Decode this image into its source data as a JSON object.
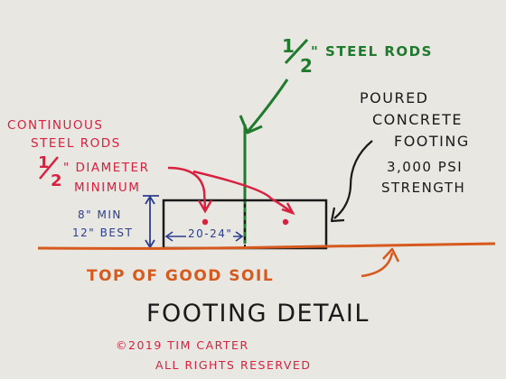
{
  "title": "FOOTING DETAIL",
  "labels": {
    "steel_rods_frac_num": "1",
    "steel_rods_frac_den": "2",
    "steel_rods_text": "\" STEEL RODS",
    "continuous_line1": "CONTINUOUS",
    "continuous_line2": "STEEL RODS",
    "diameter_frac_num": "1",
    "diameter_frac_den": "2",
    "diameter_text": "\" DIAMETER",
    "minimum_text": "MINIMUM",
    "poured_line1": "POURED",
    "poured_line2": "CONCRETE",
    "poured_line3": "FOOTING",
    "psi_line": "3,000 PSI",
    "strength_line": "STRENGTH",
    "depth_min": "8\" MIN",
    "depth_best": "12\" BEST",
    "width_dim": "20-24\"",
    "soil_label": "TOP OF GOOD SOIL",
    "copyright_line": "©2019  TIM CARTER",
    "rights_line": "ALL RIGHTS RESERVED"
  },
  "colors": {
    "paper": "#e9e7e2",
    "ink_black": "#1a1a1a",
    "ink_green": "#1f7a2e",
    "ink_red": "#d8213f",
    "ink_blue": "#2b3d8f",
    "ink_orange": "#d65a1e"
  }
}
